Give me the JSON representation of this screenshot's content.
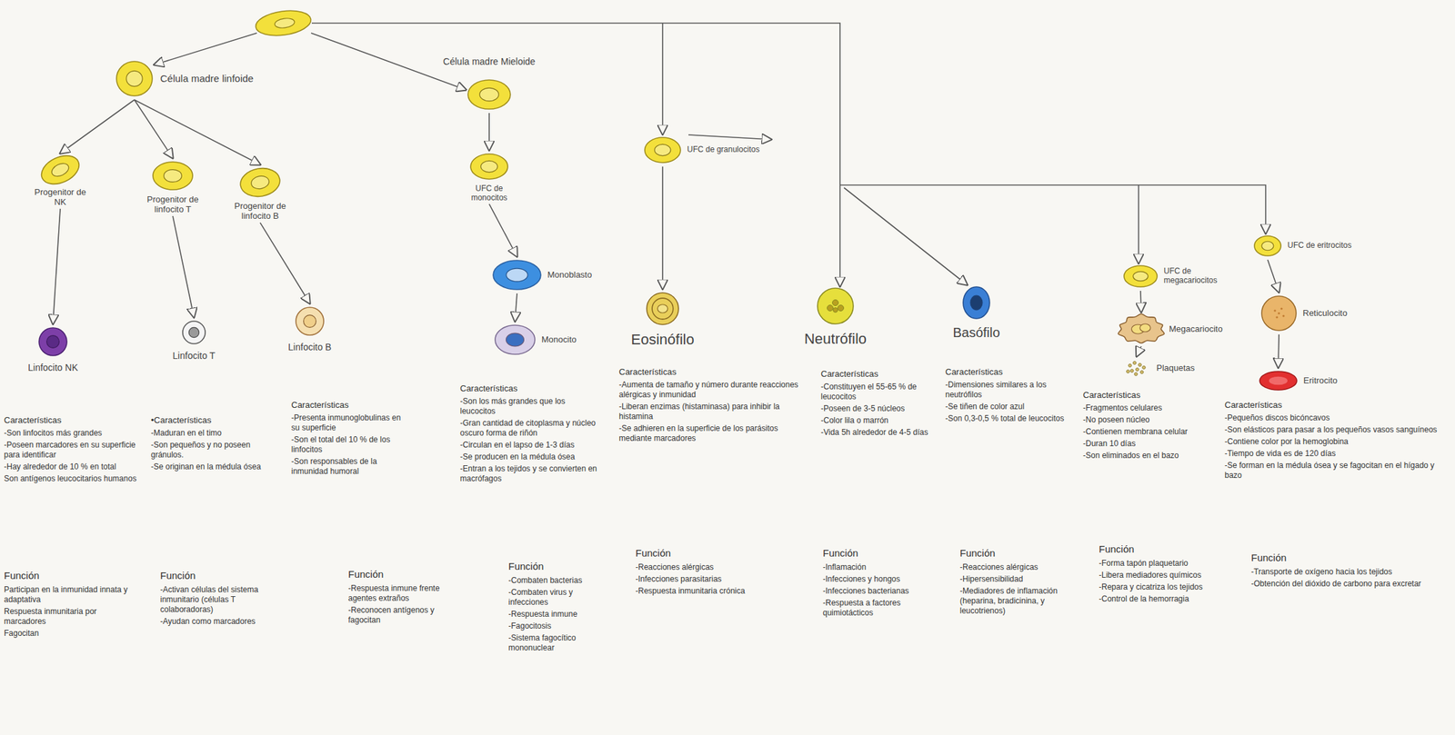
{
  "diagram": {
    "nodes": [
      {
        "text": [
          "Célula madre linfoide"
        ]
      },
      {
        "text": [
          "Progenitor de NK"
        ]
      },
      {
        "text": [
          "Progenitor de linfocito T"
        ]
      },
      {
        "text": [
          "Progenitor de linfocito B"
        ]
      },
      {
        "text": [
          "Linfocito NK"
        ]
      },
      {
        "text": [
          "Linfocito T"
        ]
      },
      {
        "text": [
          "Linfocito B"
        ]
      },
      {
        "text": [
          "Célula madre Mieloide"
        ]
      },
      {
        "text": [
          "UFC de monocitos"
        ]
      },
      {
        "text": [
          "Monoblasto"
        ]
      },
      {
        "text": [
          "Monocito"
        ]
      },
      {
        "text": [
          "UFC de granulocitos"
        ]
      },
      {
        "text": [
          "Eosinófilo"
        ]
      },
      {
        "text": [
          "Neutrófilo"
        ]
      },
      {
        "text": [
          "Basófilo"
        ]
      },
      {
        "text": [
          "UFC de megacariocitos"
        ]
      },
      {
        "text": [
          "Megacariocito"
        ]
      },
      {
        "text": [
          "Plaquetas"
        ]
      },
      {
        "text": [
          "UFC de eritrocitos"
        ]
      },
      {
        "text": [
          "Reticulocito"
        ]
      },
      {
        "text": [
          "Eritrocito"
        ]
      }
    ],
    "edges": [
      {
        "from": 0,
        "to": 1,
        "arrow": "to"
      },
      {
        "from": 0,
        "to": 2,
        "arrow": "to"
      },
      {
        "from": 0,
        "to": 3,
        "arrow": "to"
      },
      {
        "from": 1,
        "to": 4,
        "arrow": "to"
      },
      {
        "from": 2,
        "to": 5,
        "arrow": "to"
      },
      {
        "from": 3,
        "to": 6,
        "arrow": "to"
      },
      {
        "from": 7,
        "to": 8,
        "arrow": "to"
      },
      {
        "from": 8,
        "to": 9,
        "arrow": "to"
      },
      {
        "from": 9,
        "to": 10,
        "arrow": "to"
      },
      {
        "from": 11,
        "to": 12,
        "arrow": "to"
      },
      {
        "from": 15,
        "to": 16,
        "arrow": "to"
      },
      {
        "from": 16,
        "to": 17,
        "arrow": "to"
      },
      {
        "from": 18,
        "to": 19,
        "arrow": "to"
      },
      {
        "from": 19,
        "to": 20,
        "arrow": "to"
      }
    ],
    "labels": [
      "Características",
      "-Son linfocitos más grandes",
      "-Poseen marcadores en su superficie para identificar",
      "-Hay alrededor de 10 % en total",
      "Son antígenos leucocitarios humanos",
      "Función",
      "Participan en la inmunidad innata y adaptativa",
      "Respuesta inmunitaria por marcadores",
      "Fagocitan",
      "•Características",
      "-Maduran en el timo",
      "-Son pequeños y no poseen gránulos.",
      "-Se originan en la médula ósea",
      "Función",
      "-Activan células del sistema inmunitario (células T colaboradoras)",
      "-Ayudan como marcadores",
      "Características",
      "-Presenta inmunoglobulinas en su superficie",
      "-Son el total del 10 % de los linfocitos",
      "-Son responsables de la inmunidad humoral",
      "Función",
      "-Respuesta inmune frente agentes extraños",
      "-Reconocen antígenos y fagocitan",
      "Características",
      "-Son los más grandes que los leucocitos",
      "-Gran cantidad de citoplasma y núcleo oscuro forma de riñón",
      "-Circulan en el lapso de 1-3 días",
      "-Se producen en la médula ósea",
      "-Entran a los tejidos y se convierten en macrófagos",
      "Función",
      "-Combaten bacterias",
      "-Combaten virus y infecciones",
      "-Respuesta inmune",
      "-Fagocitosis",
      "-Sistema fagocítico mononuclear",
      "Características",
      "-Aumenta de tamaño y número durante reacciones alérgicas y inmunidad",
      "-Liberan enzimas (histaminasa) para inhibir la histamina",
      "-Se adhieren en la superficie de los parásitos mediante marcadores",
      "Función",
      "-Reacciones alérgicas",
      "-Infecciones parasitarias",
      "-Respuesta inmunitaria crónica",
      "Características",
      "-Constituyen el 55-65 % de leucocitos",
      "-Poseen de 3-5 núcleos",
      "-Color lila o marrón",
      "-Vida 5h alrededor de 4-5 días",
      "Función",
      "-Inflamación",
      "-Infecciones y hongos",
      "-Infecciones bacterianas",
      "-Respuesta a factores quimiotácticos",
      "Características",
      "-Dimensiones similares a los neutrófilos",
      "-Se tiñen de color azul",
      "-Son 0,3-0,5 % total de leucocitos",
      "Función",
      "-Reacciones alérgicas",
      "-Hipersensibilidad",
      "-Mediadores de inflamación (heparina, bradicinina, y leucotrienos)",
      "Características",
      "-Fragmentos celulares",
      "-No poseen núcleo",
      "-Contienen membrana celular",
      "-Duran 10 días",
      "-Son eliminados en el bazo",
      "Función",
      "-Forma tapón plaquetario",
      "-Libera mediadores químicos",
      "-Repara y cicatriza los tejidos",
      "-Control de la hemorragia",
      "Características",
      "-Pequeños discos bicóncavos",
      "-Son elásticos para pasar a los pequeños vasos sanguíneos",
      "-Contiene color por la hemoglobina",
      "-Tiempo de vida es de 120 días",
      "-Se forman en la médula ósea y se fagocitan en el hígado y bazo",
      "Función",
      "-Transporte de oxígeno hacia los tejidos",
      "-Obtención del dióxido de carbono para excretar"
    ]
  }
}
